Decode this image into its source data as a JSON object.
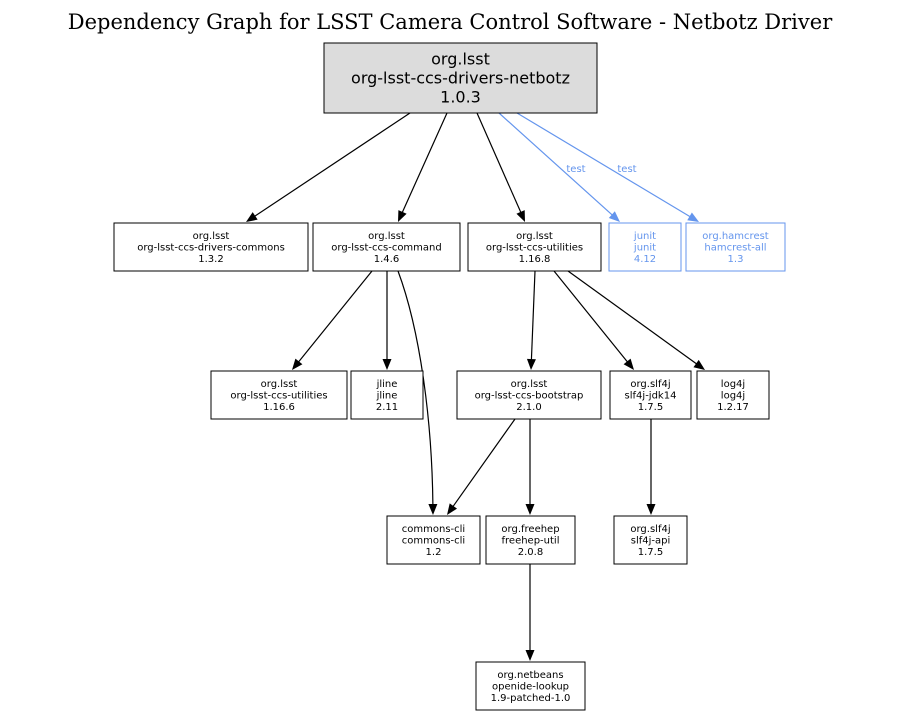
{
  "title": "Dependency Graph for LSST Camera Control Software - Netbotz Driver",
  "colors": {
    "test": "#6495ed",
    "root_fill": "#dcdcdc",
    "stroke": "#000000"
  },
  "nodes": [
    {
      "id": "root",
      "kind": "root",
      "lines": [
        "org.lsst",
        "org-lsst-ccs-drivers-netbotz",
        "1.0.3"
      ]
    },
    {
      "id": "drivers-commons",
      "lines": [
        "org.lsst",
        "org-lsst-ccs-drivers-commons",
        "1.3.2"
      ]
    },
    {
      "id": "ccs-command",
      "lines": [
        "org.lsst",
        "org-lsst-ccs-command",
        "1.4.6"
      ]
    },
    {
      "id": "ccs-utilities-1168",
      "lines": [
        "org.lsst",
        "org-lsst-ccs-utilities",
        "1.16.8"
      ]
    },
    {
      "id": "junit",
      "kind": "test",
      "lines": [
        "junit",
        "junit",
        "4.12"
      ]
    },
    {
      "id": "hamcrest",
      "kind": "test",
      "lines": [
        "org.hamcrest",
        "hamcrest-all",
        "1.3"
      ]
    },
    {
      "id": "ccs-utilities-1166",
      "lines": [
        "org.lsst",
        "org-lsst-ccs-utilities",
        "1.16.6"
      ]
    },
    {
      "id": "jline",
      "lines": [
        "jline",
        "jline",
        "2.11"
      ]
    },
    {
      "id": "ccs-bootstrap",
      "lines": [
        "org.lsst",
        "org-lsst-ccs-bootstrap",
        "2.1.0"
      ]
    },
    {
      "id": "slf4j-jdk14",
      "lines": [
        "org.slf4j",
        "slf4j-jdk14",
        "1.7.5"
      ]
    },
    {
      "id": "log4j",
      "lines": [
        "log4j",
        "log4j",
        "1.2.17"
      ]
    },
    {
      "id": "commons-cli",
      "lines": [
        "commons-cli",
        "commons-cli",
        "1.2"
      ]
    },
    {
      "id": "freehep-util",
      "lines": [
        "org.freehep",
        "freehep-util",
        "2.0.8"
      ]
    },
    {
      "id": "slf4j-api",
      "lines": [
        "org.slf4j",
        "slf4j-api",
        "1.7.5"
      ]
    },
    {
      "id": "openide-lookup",
      "lines": [
        "org.netbeans",
        "openide-lookup",
        "1.9-patched-1.0"
      ]
    }
  ],
  "edges": [
    {
      "from": "root",
      "to": "drivers-commons"
    },
    {
      "from": "root",
      "to": "ccs-command"
    },
    {
      "from": "root",
      "to": "ccs-utilities-1168"
    },
    {
      "from": "root",
      "to": "junit",
      "kind": "test",
      "label": "test"
    },
    {
      "from": "root",
      "to": "hamcrest",
      "kind": "test",
      "label": "test"
    },
    {
      "from": "ccs-command",
      "to": "ccs-utilities-1166"
    },
    {
      "from": "ccs-command",
      "to": "jline"
    },
    {
      "from": "ccs-command",
      "to": "commons-cli"
    },
    {
      "from": "ccs-utilities-1168",
      "to": "ccs-bootstrap"
    },
    {
      "from": "ccs-utilities-1168",
      "to": "slf4j-jdk14"
    },
    {
      "from": "ccs-utilities-1168",
      "to": "log4j"
    },
    {
      "from": "ccs-bootstrap",
      "to": "commons-cli"
    },
    {
      "from": "ccs-bootstrap",
      "to": "freehep-util"
    },
    {
      "from": "slf4j-jdk14",
      "to": "slf4j-api"
    },
    {
      "from": "freehep-util",
      "to": "openide-lookup"
    }
  ]
}
